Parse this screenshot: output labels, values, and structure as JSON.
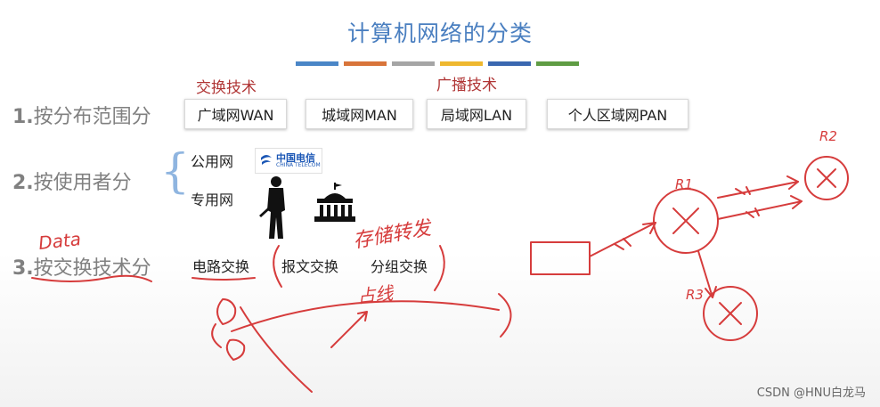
{
  "title": "计算机网络的分类",
  "title_bar_colors": [
    "#4a86c7",
    "#d8743a",
    "#a5a5a5",
    "#efb82f",
    "#3a67b0",
    "#5f9c44"
  ],
  "row1": {
    "heading_num": "1.",
    "heading_text": "按分布范围分",
    "label_left": "交换技术",
    "label_right": "广播技术",
    "boxes": [
      "广域网WAN",
      "城域网MAN",
      "局域网LAN",
      "个人区域网PAN"
    ]
  },
  "row2": {
    "heading_num": "2.",
    "heading_text": "按使用者分",
    "public": "公用网",
    "private": "专用网",
    "logo_cn": "中国电信",
    "logo_en": "CHINA TELECOM"
  },
  "row3": {
    "heading_num": "3.",
    "heading_text": "按交换技术分",
    "items": [
      "电路交换",
      "报文交换",
      "分组交换"
    ]
  },
  "handwriting": {
    "data": "Data",
    "store_forward": "存储转发",
    "source": "占线",
    "r1": "R1",
    "r2": "R2",
    "r3": "R3"
  },
  "watermark": "CSDN @HNU白龙马"
}
